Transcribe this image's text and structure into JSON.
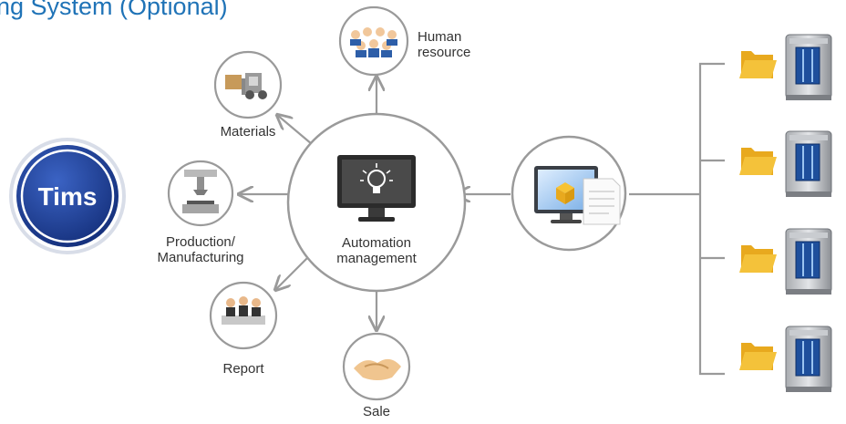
{
  "title": "ng System (Optional)",
  "logo": {
    "text": "Tims",
    "color": "#1d3f93"
  },
  "center": {
    "line1": "Automation",
    "line2": "management",
    "icon": "lightbulb-monitor-icon"
  },
  "nodes": {
    "human": {
      "line1": "Human",
      "line2": "resource",
      "icon": "people-group-icon"
    },
    "materials": {
      "label": "Materials",
      "icon": "forklift-icon"
    },
    "production": {
      "line1": "Production/",
      "line2": "Manufacturing",
      "icon": "press-machine-icon"
    },
    "report": {
      "label": "Report",
      "icon": "meeting-people-icon"
    },
    "sale": {
      "label": "Sale",
      "icon": "handshake-icon"
    },
    "computer": {
      "icon": "computer-document-icon"
    }
  },
  "servers": [
    {
      "icon": "folder-server-icon"
    },
    {
      "icon": "folder-server-icon"
    },
    {
      "icon": "folder-server-icon"
    },
    {
      "icon": "folder-server-icon"
    }
  ],
  "colors": {
    "accent": "#1f73b7",
    "line": "#9a9a9a",
    "folder": "#f4c23a"
  }
}
